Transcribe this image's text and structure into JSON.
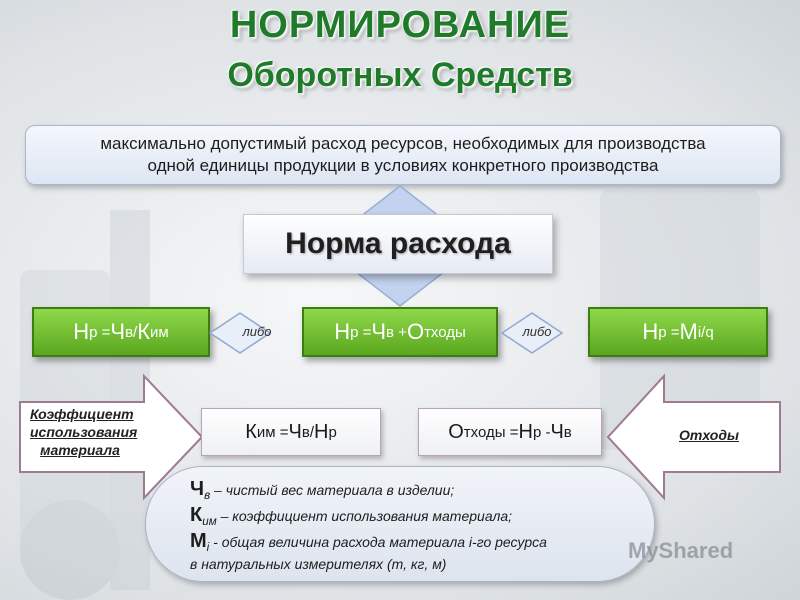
{
  "title": {
    "line1": "НОРМИРОВАНИЕ",
    "line2": "Оборотных Средств"
  },
  "definition": {
    "line1": "максимально допустимый расход ресурсов, необходимых для производства",
    "line2": "одной единицы продукции в условиях конкретного производства"
  },
  "norma_label": "Норма расхода",
  "connector_label": "либо",
  "formulas": {
    "f1": {
      "a": "Н",
      "a_sub": "р = ",
      "b": "Ч",
      "b_sub": "в/",
      "c": "К",
      "c_sub": "им"
    },
    "f2": {
      "a": "Н",
      "a_sub": "р = ",
      "b": "Ч",
      "b_sub": "в + ",
      "c": "О",
      "c_sub": "тходы"
    },
    "f3": {
      "a": "Н",
      "a_sub": "р = ",
      "b": "М",
      "b_sub": "i/q"
    },
    "f4": {
      "a": "К",
      "a_sub": "им = ",
      "b": "Ч",
      "b_sub": "в/",
      "c": "Н",
      "c_sub": "р"
    },
    "f5": {
      "a": "О",
      "a_sub": "тходы = ",
      "b": "Н",
      "b_sub": "р - ",
      "c": "Ч",
      "c_sub": "в"
    }
  },
  "left_arrow_label": {
    "line1": "Коэффициент",
    "line2": "использования",
    "line3": "материала"
  },
  "right_arrow_label": "Отходы",
  "legend": {
    "l1_sym": "Ч",
    "l1_sub": "в",
    "l1_text": " – чистый вес материала в изделии;",
    "l2_sym": "К",
    "l2_sub": "им",
    "l2_text": " – коэффициент использования материала;",
    "l3_sym": "М",
    "l3_sub": "i",
    "l3_text": " - общая величина расхода материала i-го ресурса",
    "l4_text": "в натуральных измерителях (т, кг, м)"
  },
  "watermark": "MyShared",
  "colors": {
    "title_green": "#1f7a2a",
    "formula_green": "#6bbd2c",
    "arrow_blue": "#b9c9ea"
  }
}
